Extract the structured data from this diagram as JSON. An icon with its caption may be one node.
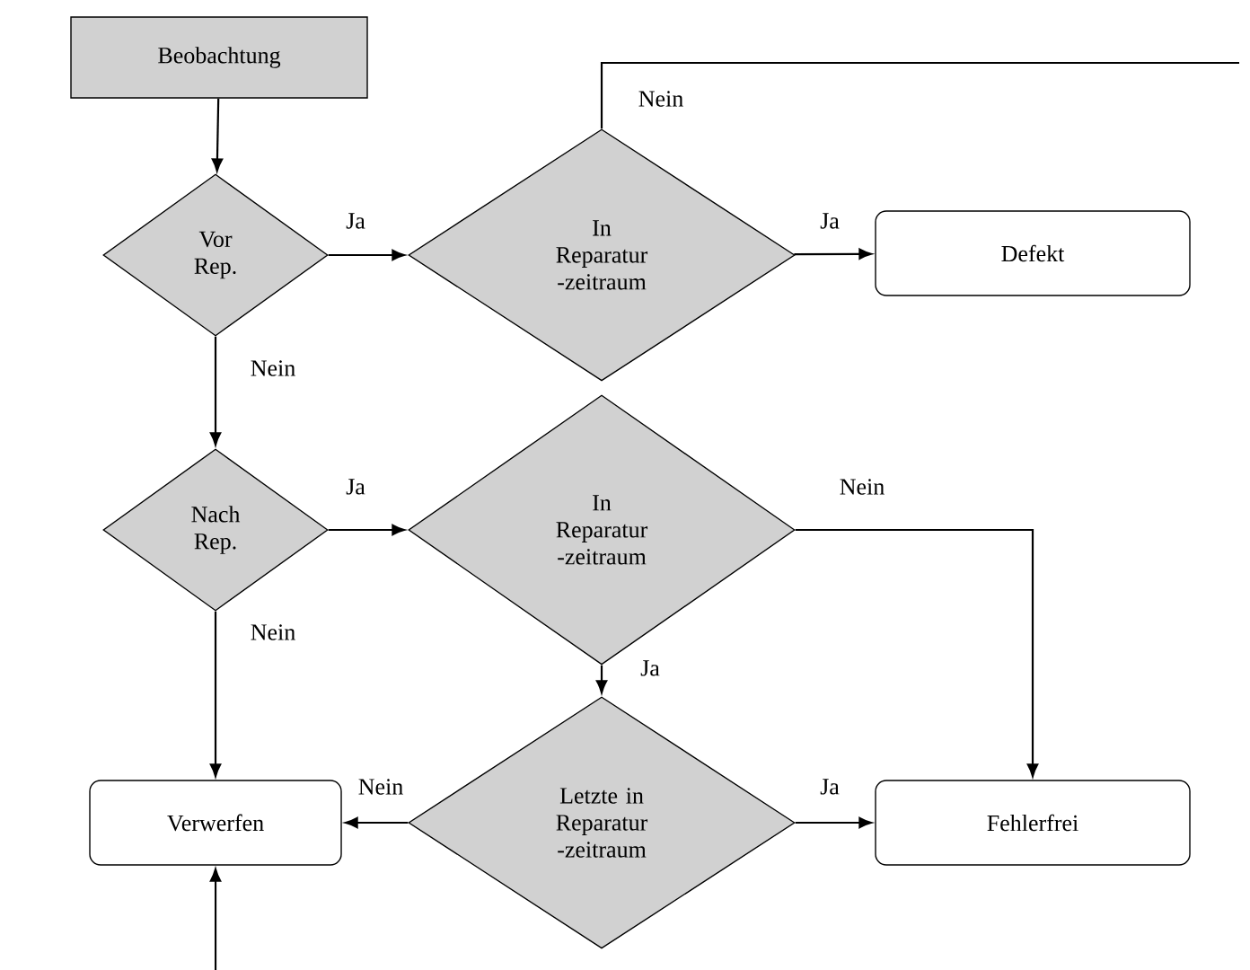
{
  "diagram": {
    "nodes": [
      {
        "text": [
          "Beobachtung"
        ]
      },
      {
        "text": [
          "Vor Rep."
        ]
      },
      {
        "text": [
          "In Reparatur -zeitraum"
        ]
      },
      {
        "text": [
          "Defekt"
        ]
      },
      {
        "text": [
          "Nach Rep."
        ]
      },
      {
        "text": [
          "In Reparatur -zeitraum"
        ]
      },
      {
        "text": [
          "Verwerfen"
        ]
      },
      {
        "text": [
          "Letzte in Reparatur -zeitraum"
        ]
      },
      {
        "text": [
          "Fehlerfrei"
        ]
      }
    ],
    "edges": [
      {
        "from": 0,
        "to": 1,
        "arrow": "to"
      },
      {
        "from": 1,
        "to": 2,
        "arrow": "to",
        "label": "Ja"
      },
      {
        "from": 2,
        "to": null,
        "arrow": "none",
        "label": "Nein"
      },
      {
        "from": 2,
        "to": 3,
        "arrow": "to",
        "label": "Ja"
      },
      {
        "from": 1,
        "to": 4,
        "arrow": "to",
        "label": "Nein"
      },
      {
        "from": 4,
        "to": 5,
        "arrow": "to",
        "label": "Ja"
      },
      {
        "from": 4,
        "to": 6,
        "arrow": "to",
        "label": "Nein"
      },
      {
        "from": 5,
        "to": 7,
        "arrow": "to",
        "label": "Ja"
      },
      {
        "from": 5,
        "to": 8,
        "arrow": "to",
        "label": "Nein"
      },
      {
        "from": 7,
        "to": 6,
        "arrow": "to",
        "label": "Nein"
      },
      {
        "from": 7,
        "to": 8,
        "arrow": "to",
        "label": "Ja"
      },
      {
        "from": null,
        "to": 6,
        "arrow": "to"
      }
    ]
  }
}
